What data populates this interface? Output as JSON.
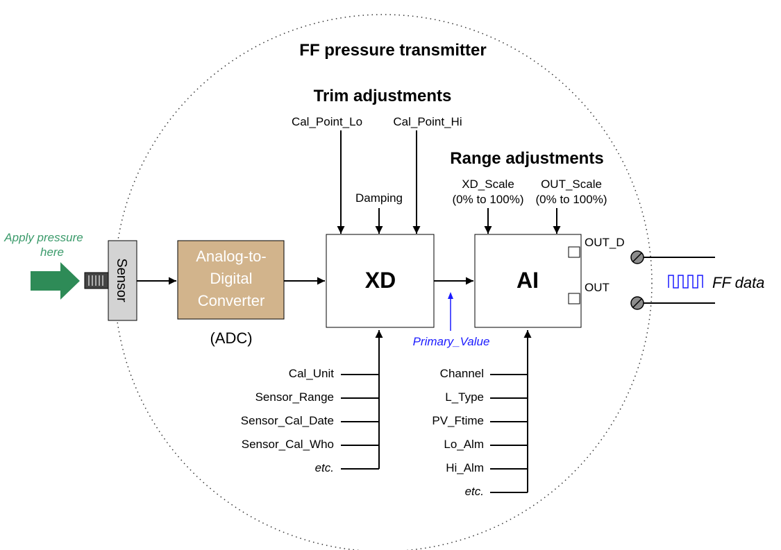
{
  "title": "FF pressure transmitter",
  "trim": {
    "heading": "Trim adjustments",
    "cal_lo": "Cal_Point_Lo",
    "cal_hi": "Cal_Point_Hi",
    "damping": "Damping"
  },
  "range": {
    "heading": "Range adjustments",
    "xd_scale_1": "XD_Scale",
    "xd_scale_2": "(0% to 100%)",
    "out_scale_1": "OUT_Scale",
    "out_scale_2": "(0% to 100%)"
  },
  "input": {
    "apply_1": "Apply pressure",
    "apply_2": "here",
    "sensor": "Sensor"
  },
  "adc": {
    "line1": "Analog-to-",
    "line2": "Digital",
    "line3": "Converter",
    "abbr": "(ADC)"
  },
  "blocks": {
    "xd": "XD",
    "ai": "AI",
    "primary_value": "Primary_Value"
  },
  "outputs": {
    "out_d": "OUT_D",
    "out": "OUT",
    "ff_data": "FF data"
  },
  "xd_params": [
    "Cal_Unit",
    "Sensor_Range",
    "Sensor_Cal_Date",
    "Sensor_Cal_Who",
    "etc."
  ],
  "ai_params": [
    "Channel",
    "L_Type",
    "PV_Ftime",
    "Lo_Alm",
    "Hi_Alm",
    "etc."
  ],
  "colors": {
    "arrow_green": "#2e8b57",
    "apply_text": "#3a9a6a",
    "adc_fill": "#d2b48c",
    "sensor_fill": "#d3d3d3",
    "primary_value": "#1a1aff",
    "square_wave": "#1a1aff"
  }
}
